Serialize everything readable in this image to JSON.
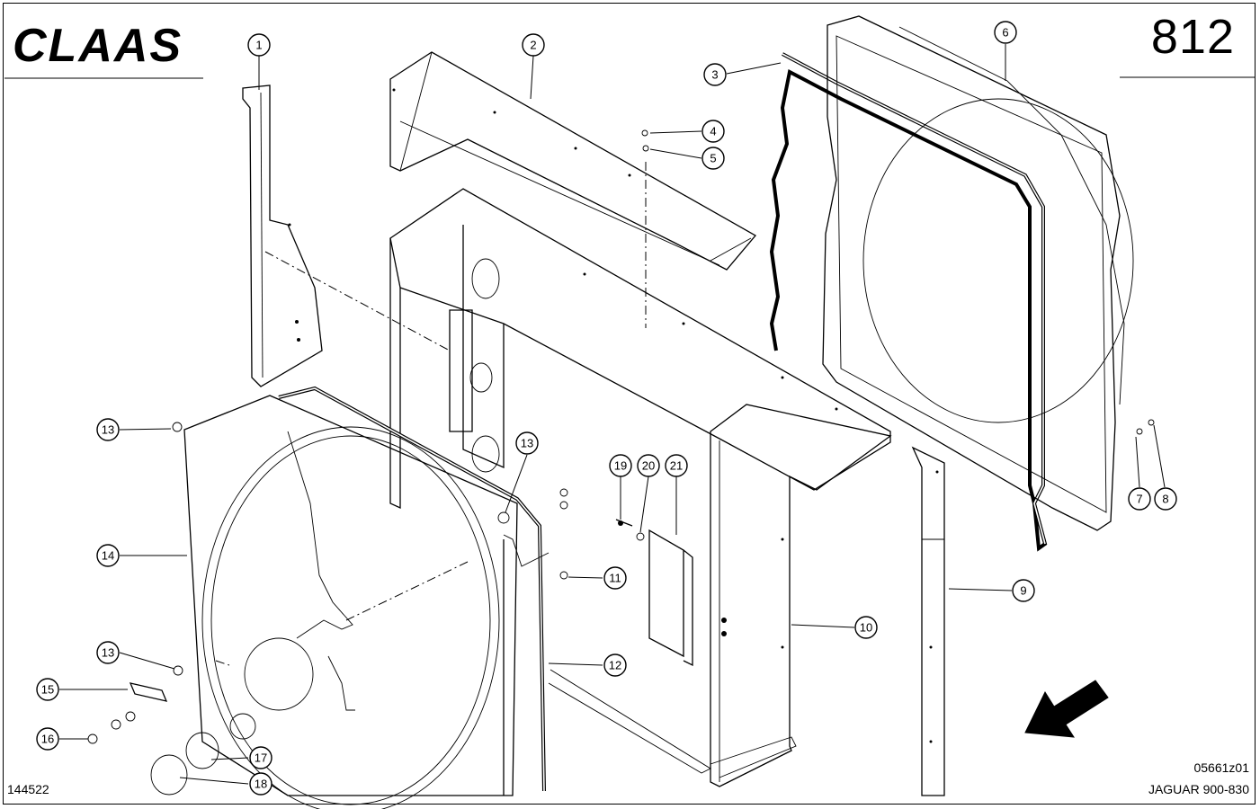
{
  "header": {
    "brand": "CLAAS",
    "sheet_number": "812"
  },
  "footer": {
    "left_code": "144522",
    "drawing_ref": "05661z01",
    "model": "JAGUAR 900-830"
  },
  "callouts": [
    "1",
    "2",
    "3",
    "4",
    "5",
    "6",
    "7",
    "8",
    "9",
    "10",
    "11",
    "12",
    "13",
    "13",
    "13",
    "14",
    "15",
    "16",
    "17",
    "18",
    "19",
    "20",
    "21"
  ]
}
